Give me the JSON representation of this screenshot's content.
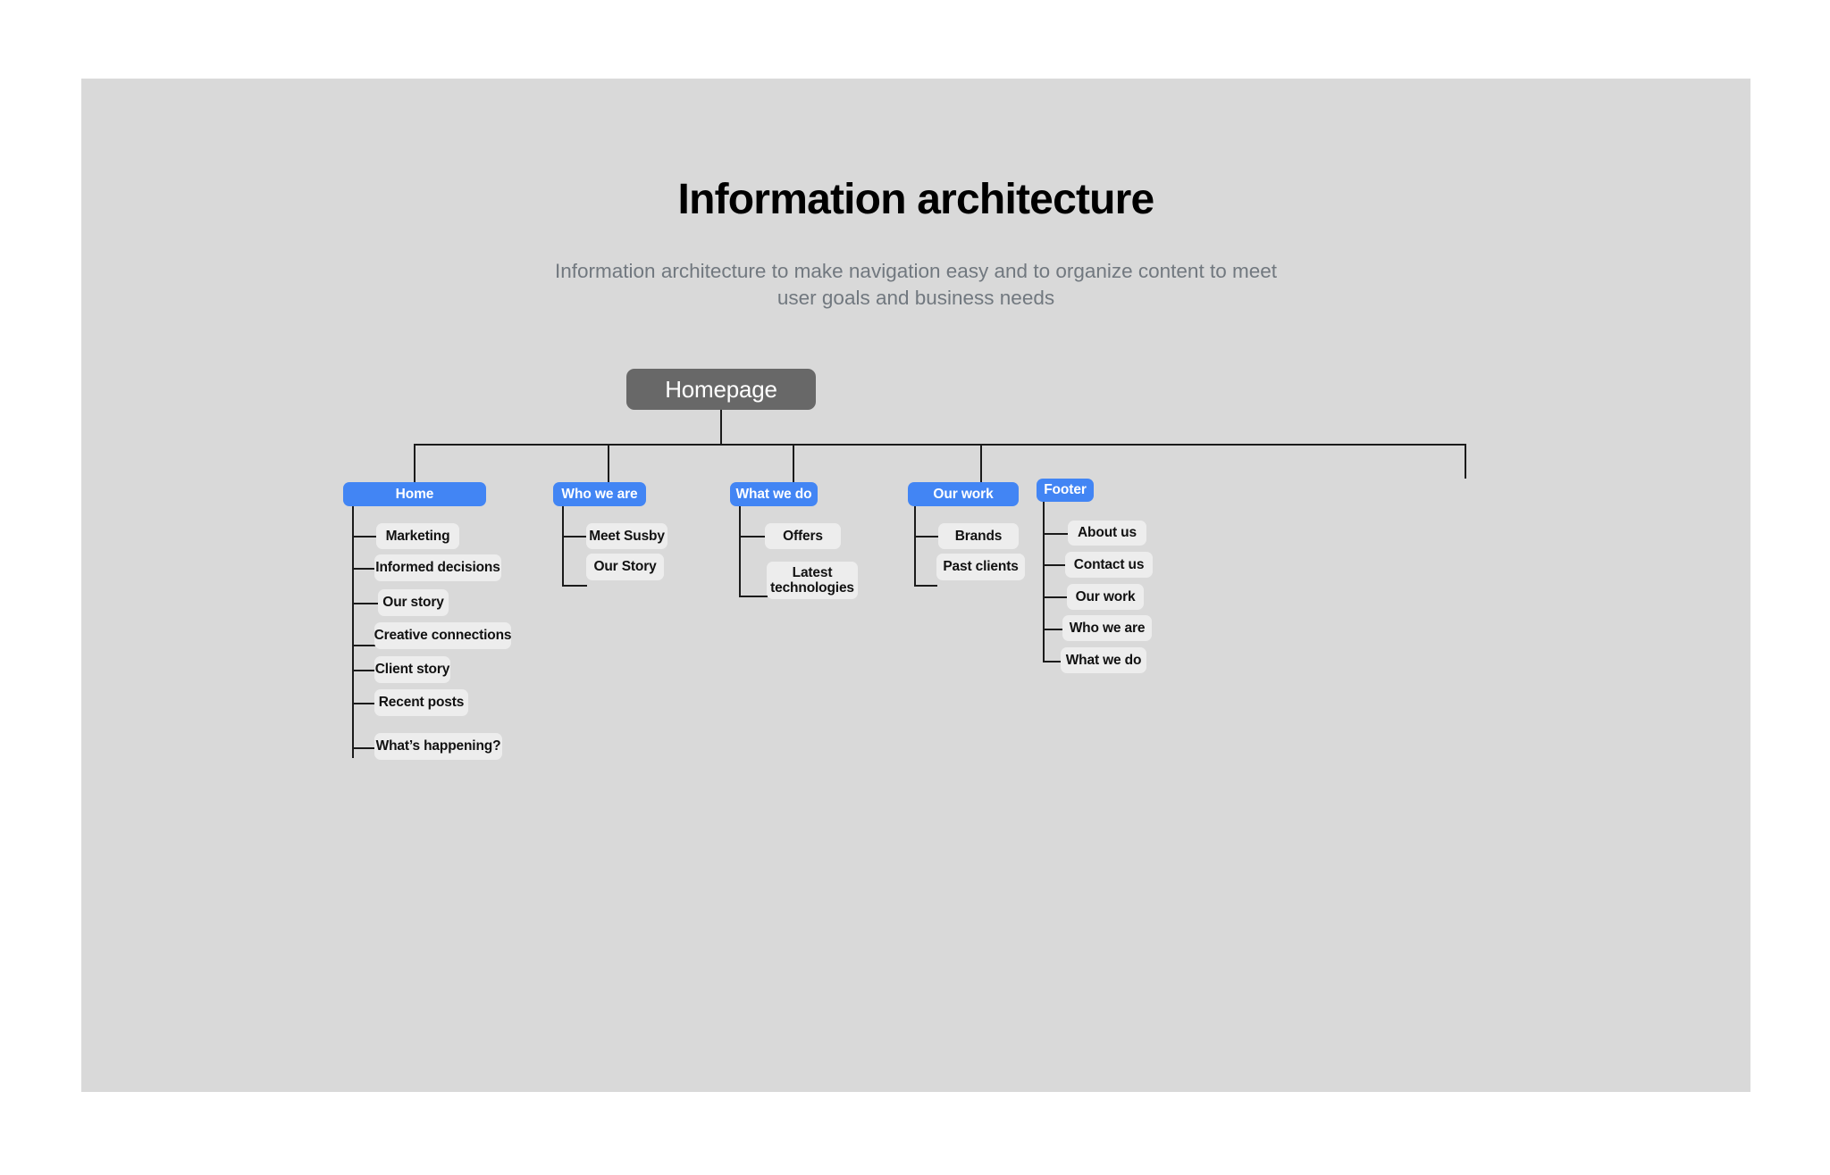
{
  "header": {
    "title": "Information architecture",
    "subtitle": "Information architecture to make navigation easy and to organize content to meet user goals and business needs"
  },
  "colors": {
    "page_background": "#ffffff",
    "canvas_background": "#d9d9d9",
    "root_node": "#686868",
    "category_node": "#4285f4",
    "leaf_node": "#ededed",
    "connector": "#1b1b1b",
    "title_text": "#000000",
    "subtitle_text": "#71787f"
  },
  "diagram": {
    "type": "tree",
    "root": {
      "label": "Homepage"
    },
    "branches": [
      {
        "label": "Home",
        "children": [
          {
            "label": "Marketing"
          },
          {
            "label": "Informed decisions"
          },
          {
            "label": "Our story"
          },
          {
            "label": "Creative connections"
          },
          {
            "label": "Client story"
          },
          {
            "label": "Recent posts"
          },
          {
            "label": "What’s happening?"
          }
        ]
      },
      {
        "label": "Who we are",
        "children": [
          {
            "label": "Meet Susby"
          },
          {
            "label": "Our Story"
          }
        ]
      },
      {
        "label": "What we do",
        "children": [
          {
            "label": "Offers"
          },
          {
            "label": "Latest technologies"
          }
        ]
      },
      {
        "label": "Our work",
        "children": [
          {
            "label": "Brands"
          },
          {
            "label": "Past clients"
          }
        ]
      },
      {
        "label": "Footer",
        "children": [
          {
            "label": "About us"
          },
          {
            "label": "Contact us"
          },
          {
            "label": "Our work"
          },
          {
            "label": "Who we are"
          },
          {
            "label": "What we do"
          }
        ]
      }
    ]
  }
}
